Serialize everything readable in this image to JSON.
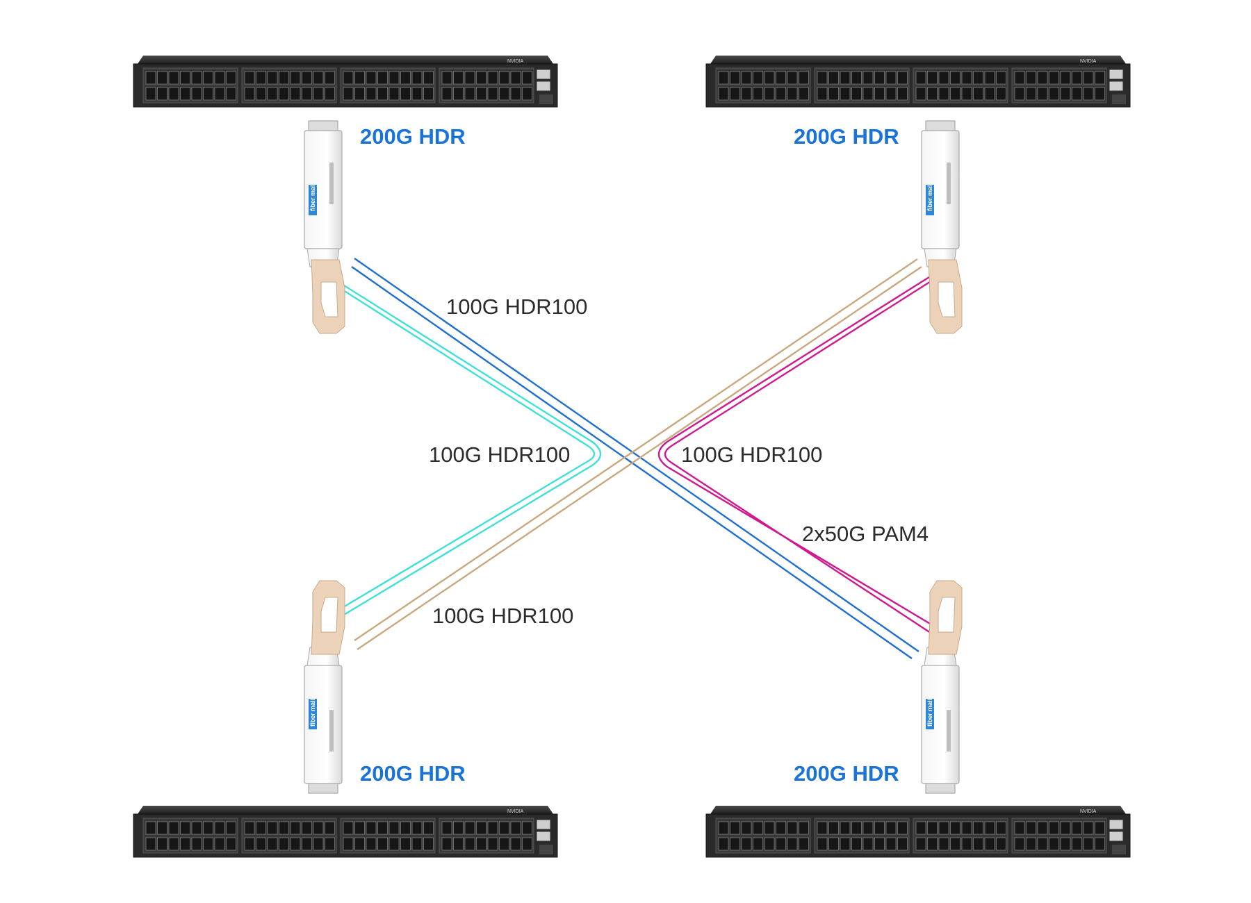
{
  "switches": [
    {
      "id": "top-left",
      "brand": "NVIDIA"
    },
    {
      "id": "top-right",
      "brand": "NVIDIA"
    },
    {
      "id": "bottom-left",
      "brand": "NVIDIA"
    },
    {
      "id": "bottom-right",
      "brand": "NVIDIA"
    }
  ],
  "modules": [
    {
      "id": "top-left",
      "port_label": "200G HDR",
      "logo": "fiber mall"
    },
    {
      "id": "top-right",
      "port_label": "200G HDR",
      "logo": "fiber mall"
    },
    {
      "id": "bottom-left",
      "port_label": "200G HDR",
      "logo": "fiber mall"
    },
    {
      "id": "bottom-right",
      "port_label": "200G HDR",
      "logo": "fiber mall"
    }
  ],
  "links": [
    {
      "id": "tl-to-br",
      "label": "100G HDR100",
      "color": "#1f6fd0"
    },
    {
      "id": "tl-to-bl",
      "label": "100G HDR100",
      "color": "#3fe0d8"
    },
    {
      "id": "tr-to-br",
      "label": "100G HDR100",
      "color": "#d0188f"
    },
    {
      "id": "tr-to-bl",
      "label": "100G HDR100",
      "color": "#c9a77f"
    }
  ],
  "annotation": {
    "label": "2x50G PAM4"
  },
  "colors": {
    "label_blue": "#1a73d6",
    "switch_body": "#2a2a2a",
    "pull_tab": "#ecd2b8"
  }
}
